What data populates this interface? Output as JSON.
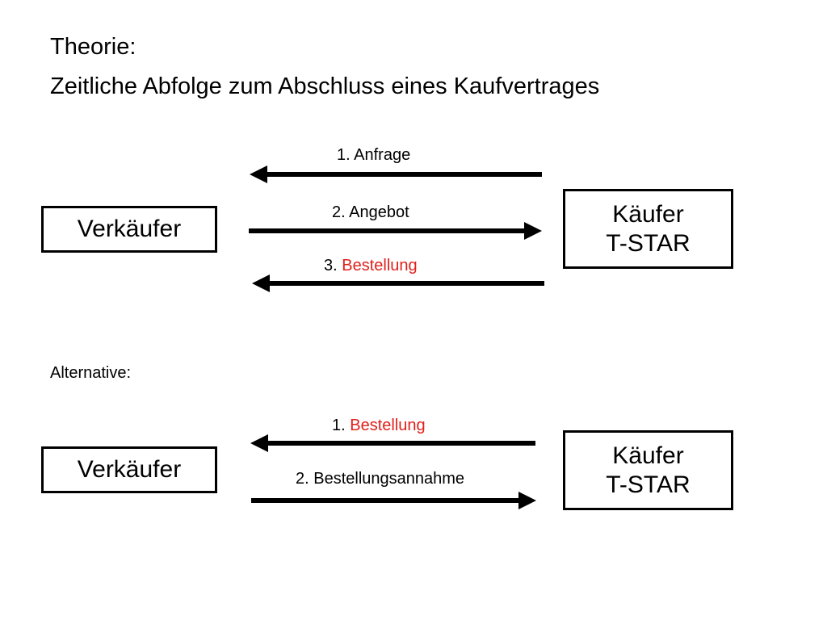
{
  "header": {
    "line1": "Theorie:",
    "line2": "Zeitliche Abfolge zum Abschluss eines Kaufvertrages"
  },
  "colors": {
    "text": "#000000",
    "highlight": "#e0201b",
    "background": "#ffffff"
  },
  "diagram1": {
    "seller": "Verkäufer",
    "buyer": {
      "line1": "Käufer",
      "line2": "T-STAR"
    },
    "steps": [
      {
        "number": "1.",
        "text": "Anfrage",
        "highlight": false,
        "direction": "buyer-to-seller"
      },
      {
        "number": "2.",
        "text": "Angebot",
        "highlight": false,
        "direction": "seller-to-buyer"
      },
      {
        "number": "3.",
        "text": "Bestellung",
        "highlight": true,
        "direction": "buyer-to-seller"
      }
    ]
  },
  "alternative_label": "Alternative:",
  "diagram2": {
    "seller": "Verkäufer",
    "buyer": {
      "line1": "Käufer",
      "line2": "T-STAR"
    },
    "steps": [
      {
        "number": "1.",
        "text": "Bestellung",
        "highlight": true,
        "direction": "buyer-to-seller"
      },
      {
        "number": "2.",
        "text": "Bestellungsannahme",
        "highlight": false,
        "direction": "seller-to-buyer"
      }
    ]
  }
}
